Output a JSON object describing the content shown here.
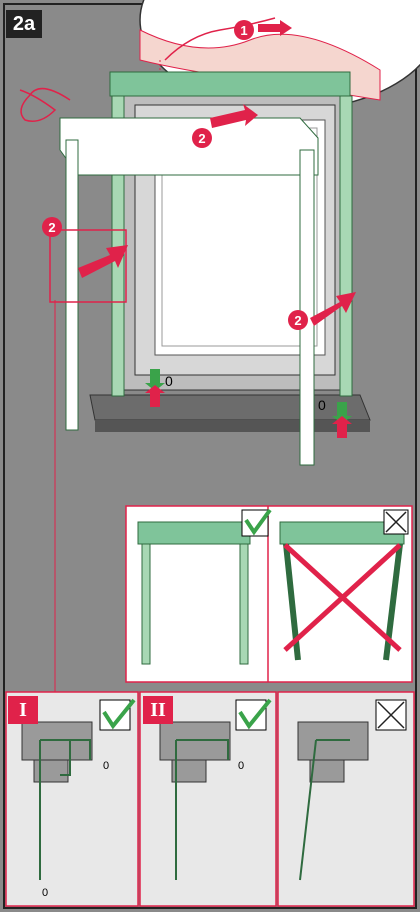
{
  "step_label": "2a",
  "markers": {
    "pull_string": "1",
    "push": "2"
  },
  "gap_value": "0",
  "detail_panels": [
    "I",
    "II"
  ],
  "colors": {
    "background": "#8a8a8a",
    "accent_red": "#e0224a",
    "profile_green": "#7fc49a",
    "window_gray": "#cfcfcf",
    "check_green": "#3aa34a"
  }
}
